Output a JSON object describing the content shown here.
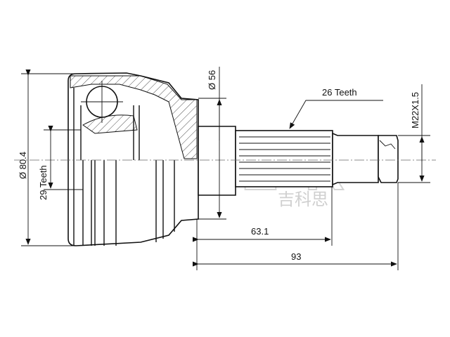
{
  "dimensions": {
    "outer_diameter": "Ø 80.4",
    "inner_teeth": "29 Teeth",
    "stub_diameter": "Ø 56",
    "outer_teeth": "26 Teeth",
    "thread": "M22X1.5",
    "spline_length": "63.1",
    "total_length": "93"
  },
  "watermark": {
    "latin": "GKER",
    "chinese": "吉科思"
  }
}
